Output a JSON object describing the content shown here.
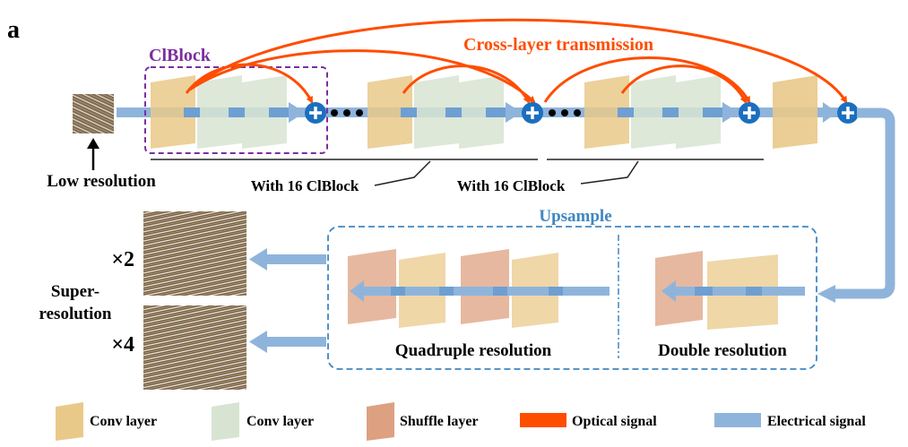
{
  "panel_label": "a",
  "block": {
    "name": "ClBlock"
  },
  "cross_layer_label": "Cross-layer transmission",
  "with_blocks": [
    "With 16 ClBlock",
    "With 16 ClBlock"
  ],
  "input": {
    "label": "Low resolution"
  },
  "upsample": {
    "title": "Upsample",
    "quadruple_label": "Quadruple resolution",
    "double_label": "Double resolution"
  },
  "outputs": {
    "label_line1": "Super-",
    "label_line2": "resolution",
    "scales": [
      "×2",
      "×4"
    ]
  },
  "legend": [
    {
      "label": "Conv layer",
      "color": "#E9C98A"
    },
    {
      "label": "Conv layer",
      "color": "#D7E4D2"
    },
    {
      "label": "Shuffle layer",
      "color": "#DDA080"
    },
    {
      "label": "Optical signal",
      "color": "#FF4D00"
    },
    {
      "label": "Electrical signal",
      "color": "#8FB4DB"
    }
  ],
  "colors": {
    "orange": "#FF4D00",
    "blue_signal": "#8FB4DB",
    "blue_dark": "#6E9FD2",
    "purple": "#7A2EA0",
    "upsample_blue": "#3F86C1",
    "plus_circle": "#1C6FBF"
  }
}
